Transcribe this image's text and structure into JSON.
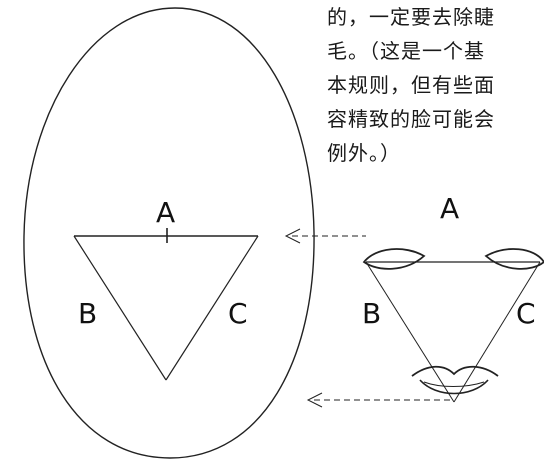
{
  "paragraph": {
    "lines": [
      "的，一定要去除睫",
      "毛。（这是一个基",
      "本规则，但有些面",
      "容精致的脸可能会",
      "例外。）"
    ]
  },
  "face_diagram": {
    "label_a": "A",
    "label_b": "B",
    "label_c": "C"
  },
  "feature_diagram": {
    "label_a": "A",
    "label_b": "B",
    "label_c": "C"
  },
  "colors": {
    "ink": "#111111",
    "background": "#ffffff"
  }
}
